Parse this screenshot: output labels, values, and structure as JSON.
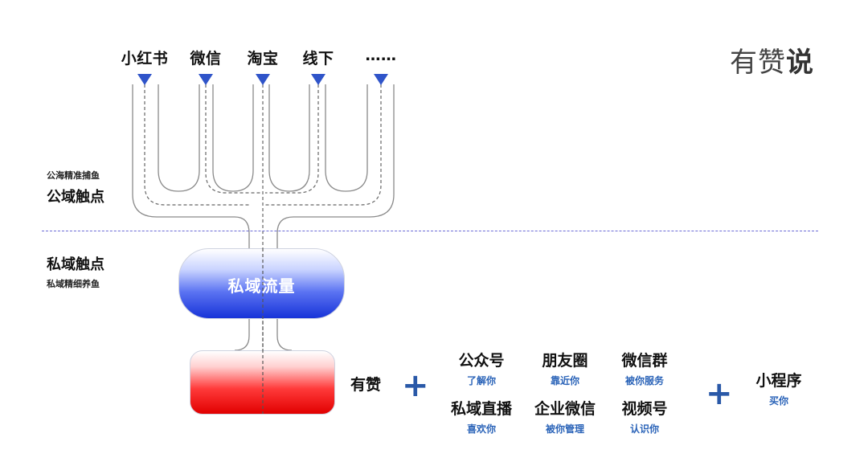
{
  "channels": [
    "小红书",
    "微信",
    "淘宝",
    "线下",
    "……"
  ],
  "brand": {
    "prefix": "有赞",
    "bold": "说"
  },
  "public_domain": {
    "subtitle": "公海精准捕鱼",
    "title": "公域触点"
  },
  "private_domain": {
    "title": "私域触点",
    "subtitle": "私域精细养鱼"
  },
  "tank_label": "私域流量",
  "youzan_label": "有赞",
  "plus_symbol": "+",
  "products": [
    {
      "title": "公众号",
      "sub": "了解你"
    },
    {
      "title": "朋友圈",
      "sub": "靠近你"
    },
    {
      "title": "微信群",
      "sub": "被你服务"
    },
    {
      "title": "私域直播",
      "sub": "喜欢你"
    },
    {
      "title": "企业微信",
      "sub": "被你管理"
    },
    {
      "title": "视频号",
      "sub": "认识你"
    }
  ],
  "mini_program": {
    "title": "小程序",
    "sub": "买你"
  },
  "colors": {
    "arrow": "#2f54c9",
    "accent": "#2a59a8",
    "blue_tank": "#1733d8",
    "red_tank": "#e10000"
  }
}
